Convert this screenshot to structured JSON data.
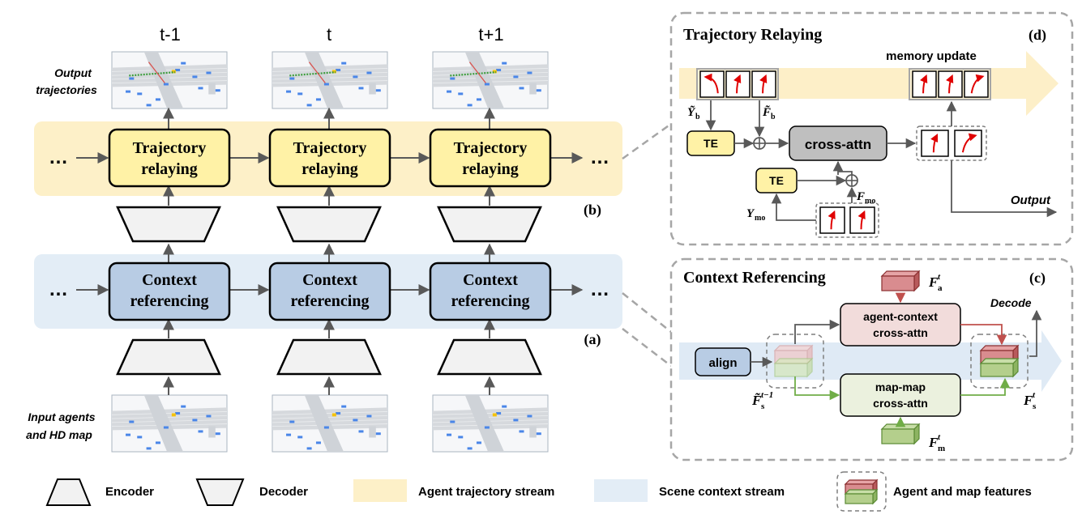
{
  "timesteps": [
    "t-1",
    "t",
    "t+1"
  ],
  "labels": {
    "output_trajectories": [
      "Output",
      "trajectories"
    ],
    "input_agents": [
      "Input agents",
      "and HD map"
    ],
    "ellipsis": "…",
    "panel_b": "(b)",
    "panel_a": "(a)"
  },
  "modules": {
    "relay": [
      "Trajectory",
      "relaying"
    ],
    "context": [
      "Context",
      "referencing"
    ]
  },
  "panel_d": {
    "title": "Trajectory Relaying",
    "tag": "(d)",
    "memory_update": "memory update",
    "te": "TE",
    "cross_attn": "cross-attn",
    "output": "Output",
    "y_b": "Ỹ",
    "y_b_sub": "b",
    "f_b": "F̃",
    "f_b_sub": "b",
    "y_mo": "Y",
    "y_mo_sub": "mo",
    "f_mo": "F",
    "f_mo_sub": "mo",
    "oplus": "⊕"
  },
  "panel_c": {
    "title": "Context Referencing",
    "tag": "(c)",
    "align": "align",
    "agent_attn": [
      "agent-context",
      "cross-attn"
    ],
    "map_attn": [
      "map-map",
      "cross-attn"
    ],
    "decode": "Decode",
    "f_a": "F",
    "f_a_sub": "a",
    "f_a_sup": "t",
    "f_m": "F",
    "f_m_sub": "m",
    "f_m_sup": "t",
    "f_s_prev": "F̃",
    "f_s_prev_sub": "s",
    "f_s_prev_sup": "t−1",
    "f_s": "F",
    "f_s_sub": "s",
    "f_s_sup": "t"
  },
  "legend": {
    "encoder": "Encoder",
    "decoder": "Decoder",
    "agent_stream": "Agent trajectory stream",
    "scene_stream": "Scene context stream",
    "features": "Agent and map features"
  },
  "colors": {
    "yellow_band": "#fdf0c8",
    "blue_band": "#e3edf6",
    "relay_box": "#fff2a6",
    "context_box": "#b8cce4",
    "red_feature": "#d98c8f",
    "green_feature": "#b4cf8c",
    "green_line": "#70ad47",
    "red_line": "#c0504d"
  }
}
